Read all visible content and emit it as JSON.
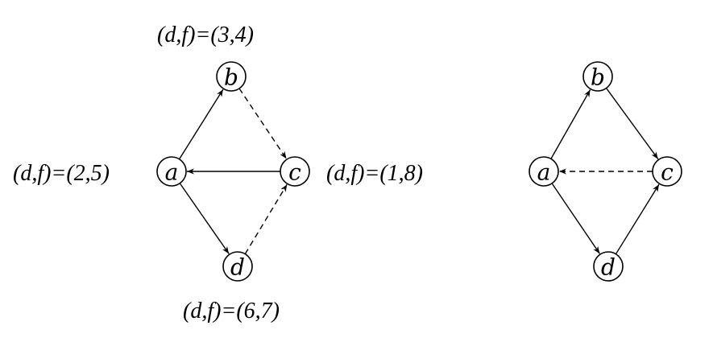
{
  "graphs": [
    {
      "nodes": [
        {
          "id": "b",
          "label": "b"
        },
        {
          "id": "a",
          "label": "a"
        },
        {
          "id": "c",
          "label": "c"
        },
        {
          "id": "d",
          "label": "d"
        }
      ],
      "edges": [
        {
          "from": "a",
          "to": "b",
          "style": "solid"
        },
        {
          "from": "b",
          "to": "c",
          "style": "dashed"
        },
        {
          "from": "c",
          "to": "a",
          "style": "solid"
        },
        {
          "from": "a",
          "to": "d",
          "style": "solid"
        },
        {
          "from": "d",
          "to": "c",
          "style": "dashed"
        }
      ],
      "annotations": {
        "b": "(d,f)=(3,4)",
        "a": "(d,f)=(2,5)",
        "c": "(d,f)=(1,8)",
        "d": "(d,f)=(6,7)"
      }
    },
    {
      "nodes": [
        {
          "id": "b",
          "label": "b"
        },
        {
          "id": "a",
          "label": "a"
        },
        {
          "id": "c",
          "label": "c"
        },
        {
          "id": "d",
          "label": "d"
        }
      ],
      "edges": [
        {
          "from": "a",
          "to": "b",
          "style": "solid"
        },
        {
          "from": "b",
          "to": "c",
          "style": "solid"
        },
        {
          "from": "c",
          "to": "a",
          "style": "dashed"
        },
        {
          "from": "a",
          "to": "d",
          "style": "solid"
        },
        {
          "from": "d",
          "to": "c",
          "style": "solid"
        }
      ],
      "annotations": {}
    }
  ]
}
